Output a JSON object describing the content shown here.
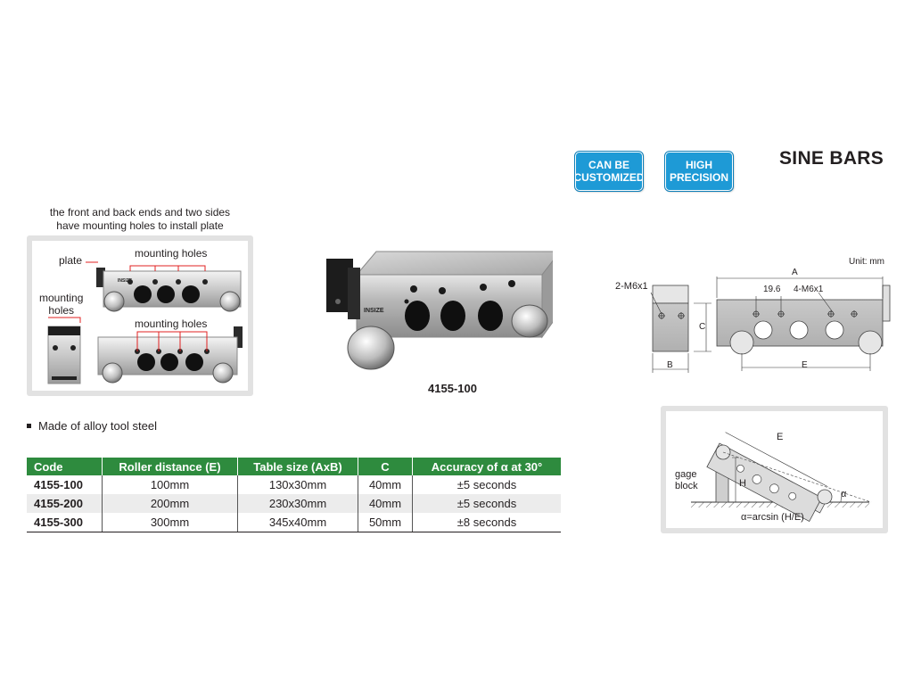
{
  "header": {
    "badges": [
      {
        "line1": "CAN BE",
        "line2": "CUSTOMIZED"
      },
      {
        "line1": "HIGH",
        "line2": "PRECISION"
      }
    ],
    "title": "SINE BARS"
  },
  "mounting_info": {
    "caption_line1": "the front and back ends and two sides",
    "caption_line2": "have mounting holes to install plate",
    "label_plate": "plate",
    "label_mounting_holes_top": "mounting holes",
    "label_mounting_holes_side_line1": "mounting",
    "label_mounting_holes_side_line2": "holes",
    "label_mounting_holes_bottom": "mounting holes",
    "brand_mark": "INSIZE"
  },
  "product": {
    "model": "4155-100",
    "brand_mark": "INSIZE"
  },
  "dimension_drawing": {
    "unit": "Unit: mm",
    "label_A": "A",
    "label_B": "B",
    "label_C": "C",
    "label_E": "E",
    "label_19_6": "19.6",
    "label_2_m6": "2-M6x1",
    "label_4_m6": "4-M6x1"
  },
  "usage_diagram": {
    "label_gage_line1": "gage",
    "label_gage_line2": "block",
    "label_H": "H",
    "label_E": "E",
    "label_alpha": "α",
    "formula": "α=arcsin (H/E)"
  },
  "features": [
    "Made of alloy tool steel"
  ],
  "spec_table": {
    "headers": [
      "Code",
      "Roller distance (E)",
      "Table size (AxB)",
      "C",
      "Accuracy of α at 30°"
    ],
    "rows": [
      [
        "4155-100",
        "100mm",
        "130x30mm",
        "40mm",
        "±5 seconds"
      ],
      [
        "4155-200",
        "200mm",
        "230x30mm",
        "40mm",
        "±5 seconds"
      ],
      [
        "4155-300",
        "300mm",
        "345x40mm",
        "50mm",
        "±8 seconds"
      ]
    ]
  },
  "colors": {
    "badge_blue": "#1e9ad6",
    "table_header_green": "#2e8b3e",
    "callout_red": "#e02020"
  }
}
